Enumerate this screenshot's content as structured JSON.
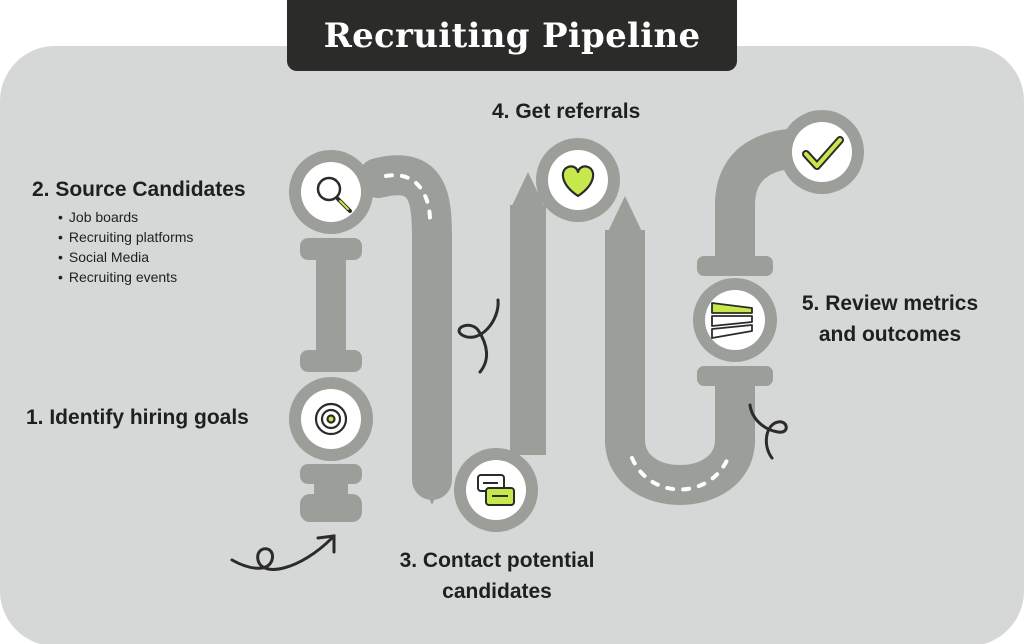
{
  "title": "Recruiting Pipeline",
  "steps": [
    {
      "label": "1. Identify hiring goals",
      "icon": "target-icon"
    },
    {
      "label": "2. Source Candidates",
      "icon": "magnifier-icon",
      "bullets": [
        "Job boards",
        "Recruiting platforms",
        "Social Media",
        "Recruiting events"
      ]
    },
    {
      "label_line1": "3. Contact potential",
      "label_line2": "candidates",
      "icon": "chat-bubbles-icon"
    },
    {
      "label": "4. Get referrals",
      "icon": "heart-icon"
    },
    {
      "label_line1": "5. Review metrics",
      "label_line2": "and outcomes",
      "icon": "funnel-bars-icon"
    },
    {
      "icon": "checkmark-icon"
    }
  ],
  "colors": {
    "background_panel": "#d5d8d7",
    "pipe": "#9b9e99",
    "ring": "#9b9e99",
    "accent_lime": "#c6e84d",
    "dark": "#2b2b29",
    "white": "#ffffff"
  }
}
